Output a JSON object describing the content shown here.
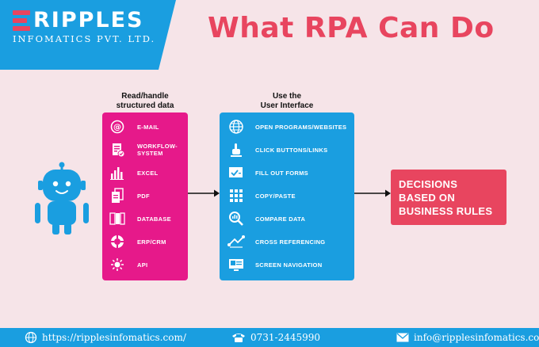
{
  "logo": {
    "name": "RIPPLES",
    "subtitle": "INFOMATICS PVT. LTD."
  },
  "title": "What RPA Can Do",
  "left_column": {
    "heading_line1": "Read/handle",
    "heading_line2": "structured data",
    "items": [
      {
        "label_line1": "E-MAIL",
        "label_line2": "",
        "icon": "email-icon"
      },
      {
        "label_line1": "WORKFLOW-",
        "label_line2": "SYSTEM",
        "icon": "workflow-icon"
      },
      {
        "label_line1": "EXCEL",
        "label_line2": "",
        "icon": "excel-chart-icon"
      },
      {
        "label_line1": "PDF",
        "label_line2": "",
        "icon": "pdf-document-icon"
      },
      {
        "label_line1": "DATABASE",
        "label_line2": "",
        "icon": "database-icon"
      },
      {
        "label_line1": "ERP/CRM",
        "label_line2": "",
        "icon": "lifebuoy-icon"
      },
      {
        "label_line1": "API",
        "label_line2": "",
        "icon": "api-gear-icon"
      }
    ]
  },
  "right_column": {
    "heading_line1": "Use the",
    "heading_line2": "User Interface",
    "items": [
      {
        "label": "OPEN PROGRAMS/WEBSITES",
        "icon": "globe-icon"
      },
      {
        "label": "CLICK BUTTONS/LINKS",
        "icon": "click-hand-icon"
      },
      {
        "label": "FILL OUT FORMS",
        "icon": "form-check-icon"
      },
      {
        "label": "COPY/PASTE",
        "icon": "grid-icon"
      },
      {
        "label": "COMPARE DATA",
        "icon": "magnifier-icon"
      },
      {
        "label": "CROSS REFERENCING",
        "icon": "cross-reference-icon"
      },
      {
        "label": "SCREEN NAVIGATION",
        "icon": "screen-icon"
      }
    ]
  },
  "decision": {
    "line1": "DECISIONS",
    "line2": "BASED ON",
    "line3": "BUSINESS RULES"
  },
  "footer": {
    "website": "https://ripplesinfomatics.com/",
    "phone": "0731-2445990",
    "email": "info@ripplesinfomatics.com"
  },
  "colors": {
    "pink": "#e6198a",
    "blue": "#1a9ee0",
    "red": "#e8455f",
    "background": "#f6e4e8"
  }
}
